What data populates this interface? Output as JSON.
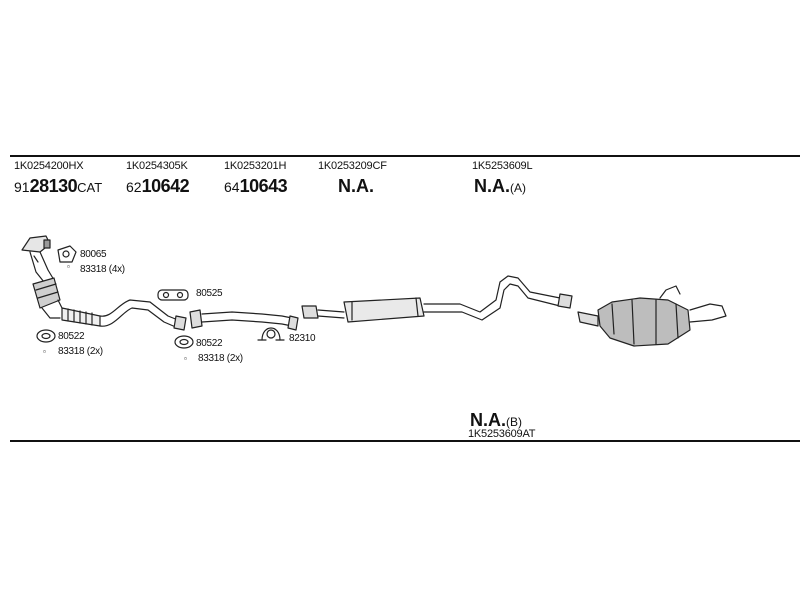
{
  "parts": [
    {
      "oe": "1K0254200HX",
      "prefix": "91",
      "main": "28130",
      "suffix": "CAT"
    },
    {
      "oe": "1K0254305K",
      "prefix": "62",
      "main": "10642",
      "suffix": ""
    },
    {
      "oe": "1K0253201H",
      "prefix": "64",
      "main": "10643",
      "suffix": ""
    },
    {
      "oe": "1K0253209CF",
      "prefix": "",
      "main": "N.A.",
      "suffix": ""
    },
    {
      "oe": "1K5253609L",
      "prefix": "",
      "main": "N.A.",
      "suffix": "(A)"
    }
  ],
  "variant_b": {
    "main": "N.A.",
    "suffix": "(B)",
    "oe": "1K5253609AT"
  },
  "labels": {
    "gasket1": "80065",
    "bolt1": "83318 (4x)",
    "gasket2": "80525",
    "gasket3": "80522",
    "bolt3": "83318 (2x)",
    "gasket4": "80522",
    "bolt4": "83318 (2x)",
    "clamp": "82310"
  }
}
